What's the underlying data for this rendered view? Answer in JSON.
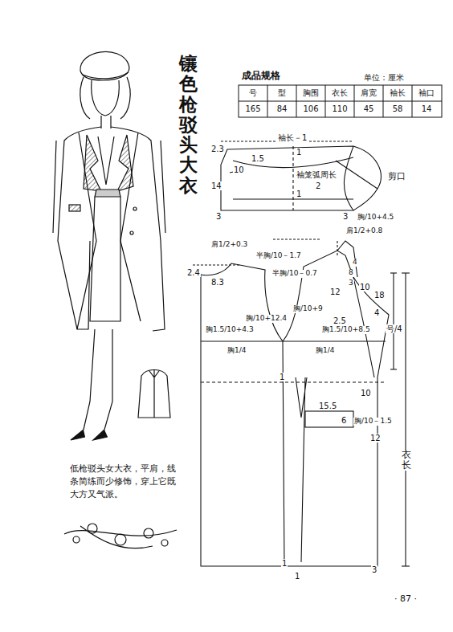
{
  "diagram": {
    "title": "镶色枪驳头大衣",
    "caption": "低枪驳头女大衣，平肩，线条简练而少修饰，穿上它既大方又气派。",
    "labels": [
      "成品规格",
      "单位：厘米",
      "号",
      "型",
      "胸围",
      "衣长",
      "肩宽",
      "袖长",
      "袖口",
      "165",
      "84",
      "106",
      "110",
      "45",
      "58",
      "14",
      "袖长－1",
      "2.3",
      "1.5",
      "10",
      "14",
      "1",
      "袖笼弧周长",
      "2",
      "剪口",
      "1",
      "3",
      "3",
      "胸/10+4.5",
      "肩1/2+0.3",
      "半胸/10－1.7",
      "半胸/10－0.7",
      "肩1/2+0.8",
      "2.4",
      "8.3",
      "4",
      "8",
      "3",
      "胸/10+9",
      "胸1.5/10+4.3",
      "胸/10+12.4",
      "胸1.5/10+8.5",
      "胸1/4",
      "胸1/4",
      "12",
      "10",
      "2.5",
      "18",
      "4",
      "号/4",
      "1",
      "15.5",
      "6",
      "胸/10－1.5",
      "10",
      "12",
      "衣长",
      "1",
      "1",
      "3",
      "· 87 ·"
    ]
  }
}
